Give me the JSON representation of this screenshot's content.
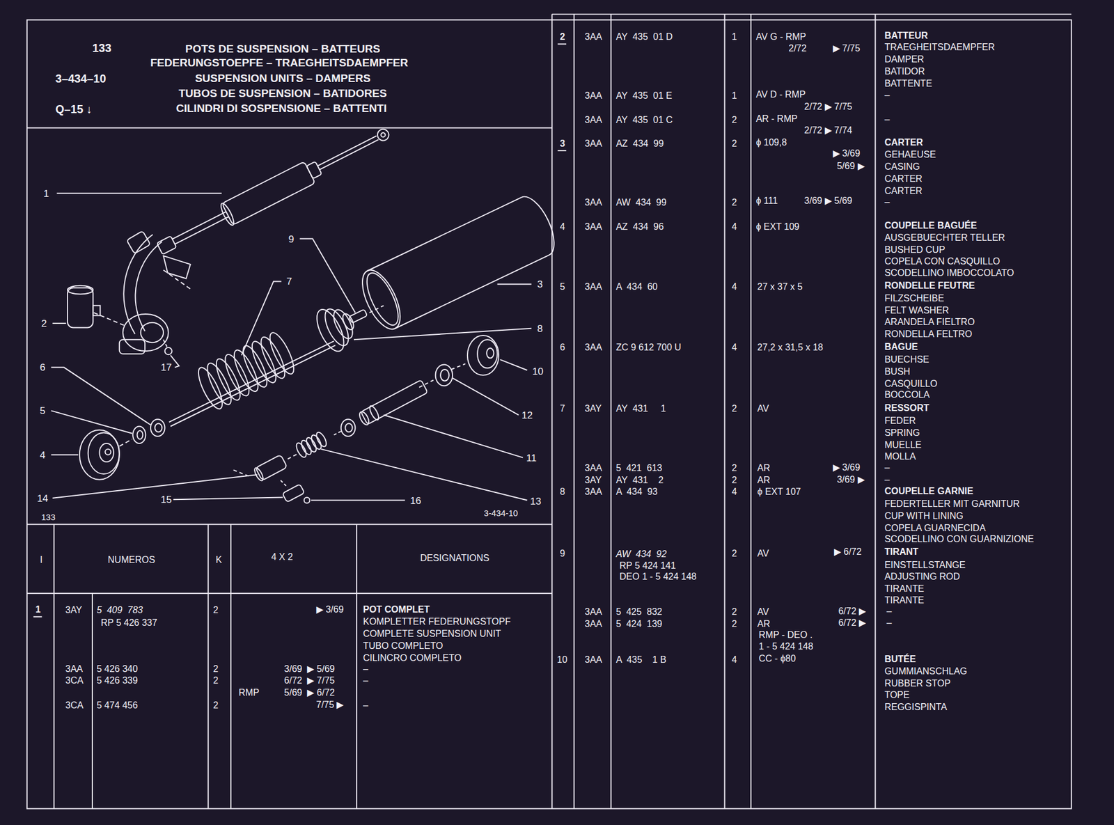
{
  "diagram": {
    "title": "POTS DE SUSPENSION – BATTEURS",
    "labels": [
      "133",
      "3–434–10",
      "Q–15 ↓",
      "FEDERUNGSTOEPFE – TRAEGHEITSDAEMPFER",
      "SUSPENSION UNITS – DAMPERS",
      "TUBOS DE SUSPENSION – BATIDORES",
      "CILINDRI DI SOSPENSIONE – BATTENTI",
      "1",
      "9",
      "7",
      "3",
      "2",
      "8",
      "6",
      "17",
      "10",
      "5",
      "12",
      "4",
      "11",
      "14",
      "15",
      "16",
      "13",
      "133",
      "3-434-10",
      "I",
      "NUMEROS",
      "K",
      "4 X 2",
      "DESIGNATIONS",
      "1",
      "3AY",
      "5  409  783",
      "RP 5 426 337",
      "2",
      "▶ 3/69",
      "POT COMPLET",
      "KOMPLETTER FEDERUNGSTOPF",
      "COMPLETE SUSPENSION UNIT",
      "TUBO COMPLETO",
      "CILINCRO COMPLETO",
      "3AA",
      "5 426 340",
      "2",
      "3/69  ▶ 5/69",
      "–",
      "3CA",
      "5 426 339",
      "2",
      "6/72  ▶ 7/75",
      "–",
      "RMP",
      "5/69  ▶ 6/72",
      "3CA",
      "5 474 456",
      "2",
      "7/75 ▶",
      "–",
      "2",
      "3AA",
      "AY  435  01 D",
      "1",
      "AV G - RMP",
      "2/72",
      "▶ 7/75",
      "BATTEUR",
      "TRAEGHEITSDAEMPFER",
      "DAMPER",
      "BATIDOR",
      "BATTENTE",
      "–",
      "3AA",
      "AY  435  01 E",
      "1",
      "AV D - RMP",
      "2/72 ▶ 7/75",
      "3AA",
      "AY  435  01 C",
      "2",
      "AR - RMP",
      "2/72 ▶ 7/74",
      "–",
      "3",
      "3AA",
      "AZ  434  99",
      "2",
      "ϕ 109,8",
      "▶ 3/69",
      "5/69 ▶",
      "CARTER",
      "GEHAEUSE",
      "CASING",
      "CARTER",
      "CARTER",
      "3AA",
      "AW  434  99",
      "2",
      "ϕ 111",
      "3/69 ▶ 5/69",
      "–",
      "4",
      "3AA",
      "AZ  434  96",
      "4",
      "ϕ EXT 109",
      "COUPELLE BAGUÉE",
      "AUSGEBUECHTER TELLER",
      "BUSHED CUP",
      "COPELA CON CASQUILLO",
      "SCODELLINO IMBOCCOLATO",
      "5",
      "3AA",
      "A  434  60",
      "4",
      "27 x 37 x 5",
      "RONDELLE FEUTRE",
      "FILZSCHEIBE",
      "FELT WASHER",
      "ARANDELA FIELTRO",
      "RONDELLA FELTRO",
      "6",
      "3AA",
      "ZC 9 612 700 U",
      "4",
      "27,2 x 31,5 x 18",
      "BAGUE",
      "BUECHSE",
      "BUSH",
      "CASQUILLO",
      "BOCCOLA",
      "7",
      "3AY",
      "AY  431     1",
      "2",
      "AV",
      "RESSORT",
      "FEDER",
      "SPRING",
      "MUELLE",
      "MOLLA",
      "3AA",
      "5  421  613",
      "2",
      "AR",
      "▶ 3/69",
      "–",
      "3AY",
      "AY  431    2",
      "2",
      "AR",
      "3/69 ▶",
      "–",
      "8",
      "3AA",
      "A  434  93",
      "4",
      "ϕ EXT 107",
      "COUPELLE GARNIE",
      "FEDERTELLER MIT GARNITUR",
      "CUP WITH LINING",
      "COPELA GUARNECIDA",
      "SCODELLINO CON GUARNIZIONE",
      "9",
      "AW  434  92",
      "RP 5 424 141",
      "DEO 1 - 5 424 148",
      "2",
      "AV",
      "▶ 6/72",
      "TIRANT",
      "EINSTELLSTANGE",
      "ADJUSTING ROD",
      "TIRANTE",
      "TIRANTE",
      "3AA",
      "5  425  832",
      "2",
      "AV",
      "6/72 ▶",
      "–",
      "3AA",
      "5  424  139",
      "2",
      "AR",
      "6/72 ▶",
      "–",
      "RMP - DEO .",
      "1 - 5 424 148",
      "10",
      "3AA",
      "A  435    1 B",
      "4",
      "CC - ϕ80",
      "BUTÉE",
      "GUMMIANSCHLAG",
      "RUBBER STOP",
      "TOPE",
      "REGGISPINTA"
    ]
  }
}
